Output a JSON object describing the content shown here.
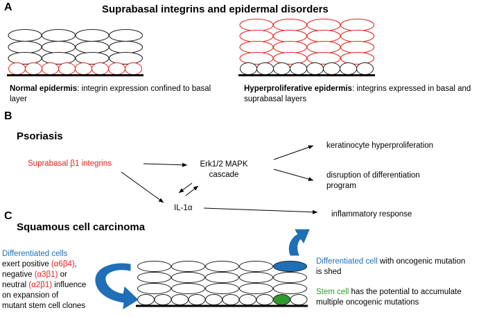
{
  "panelA": {
    "letter": "A",
    "title": "Suprabasal integrins and epidermal disorders",
    "normal": {
      "bold": "Normal epidermis",
      "rest": ": integrin expression confined to basal layer"
    },
    "hyper": {
      "bold": "Hyperproliferative epidermis",
      "rest": ": integrins expressed in basal and suprabasal layers"
    }
  },
  "panelB": {
    "letter": "B",
    "title": "Psoriasis",
    "source": "Suprabasal β1 integrins",
    "erk": "Erk1/2 MAPK cascade",
    "il1": "IL-1α",
    "out1": "keratinocyte hyperproliferation",
    "out2": "disruption of differentiation program",
    "out3": "inflammatory response"
  },
  "panelC": {
    "letter": "C",
    "title": "Squamous cell carcinoma",
    "left": {
      "diff": "Differentiated cells",
      "l2a": "exert positive ",
      "l2b": "(α6β4)",
      "l2c": ",",
      "l3a": "negative ",
      "l3b": "(α3β1)",
      "l3c": " or",
      "l4a": "neutral ",
      "l4b": "(α2β1)",
      "l4c": " influence",
      "l5": "on expansion of",
      "l6": "mutant stem cell clones"
    },
    "right1": {
      "colored": "Differentiated cell",
      "rest1": " with oncogenic mutation",
      "rest2": "is shed"
    },
    "right2": {
      "colored": "Stem cell",
      "rest1": " has the potential to accumulate",
      "rest2": "multiple oncogenic mutations"
    }
  },
  "colors": {
    "red": "#e8221c",
    "blue": "#1f6fb6",
    "green": "#2e9a2e"
  }
}
